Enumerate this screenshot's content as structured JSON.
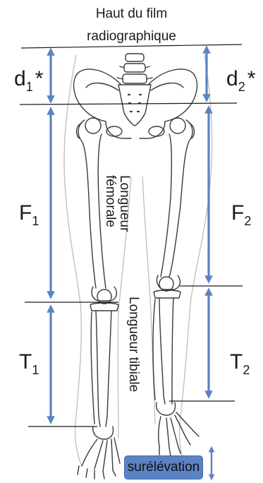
{
  "title": {
    "line1": "Haut du film",
    "line2": "radiographique"
  },
  "labels": {
    "d1": {
      "base": "d",
      "sub": "1",
      "suffix": "*"
    },
    "d2": {
      "base": "d",
      "sub": "2",
      "suffix": "*"
    },
    "F1": {
      "base": "F",
      "sub": "1"
    },
    "F2": {
      "base": "F",
      "sub": "2"
    },
    "T1": {
      "base": "T",
      "sub": "1"
    },
    "T2": {
      "base": "T",
      "sub": "2"
    }
  },
  "vertical_labels": {
    "femoral": [
      "Longueur",
      "fémorale"
    ],
    "tibial": [
      "Longueur tibiale"
    ]
  },
  "badge": "surélévation",
  "colors": {
    "arrow": "#5b83c4",
    "bone_stroke": "#3a3a3a",
    "body_outline": "#bdbdbd",
    "badge_fill": "#5b83c4",
    "text": "#1a1a1a"
  }
}
